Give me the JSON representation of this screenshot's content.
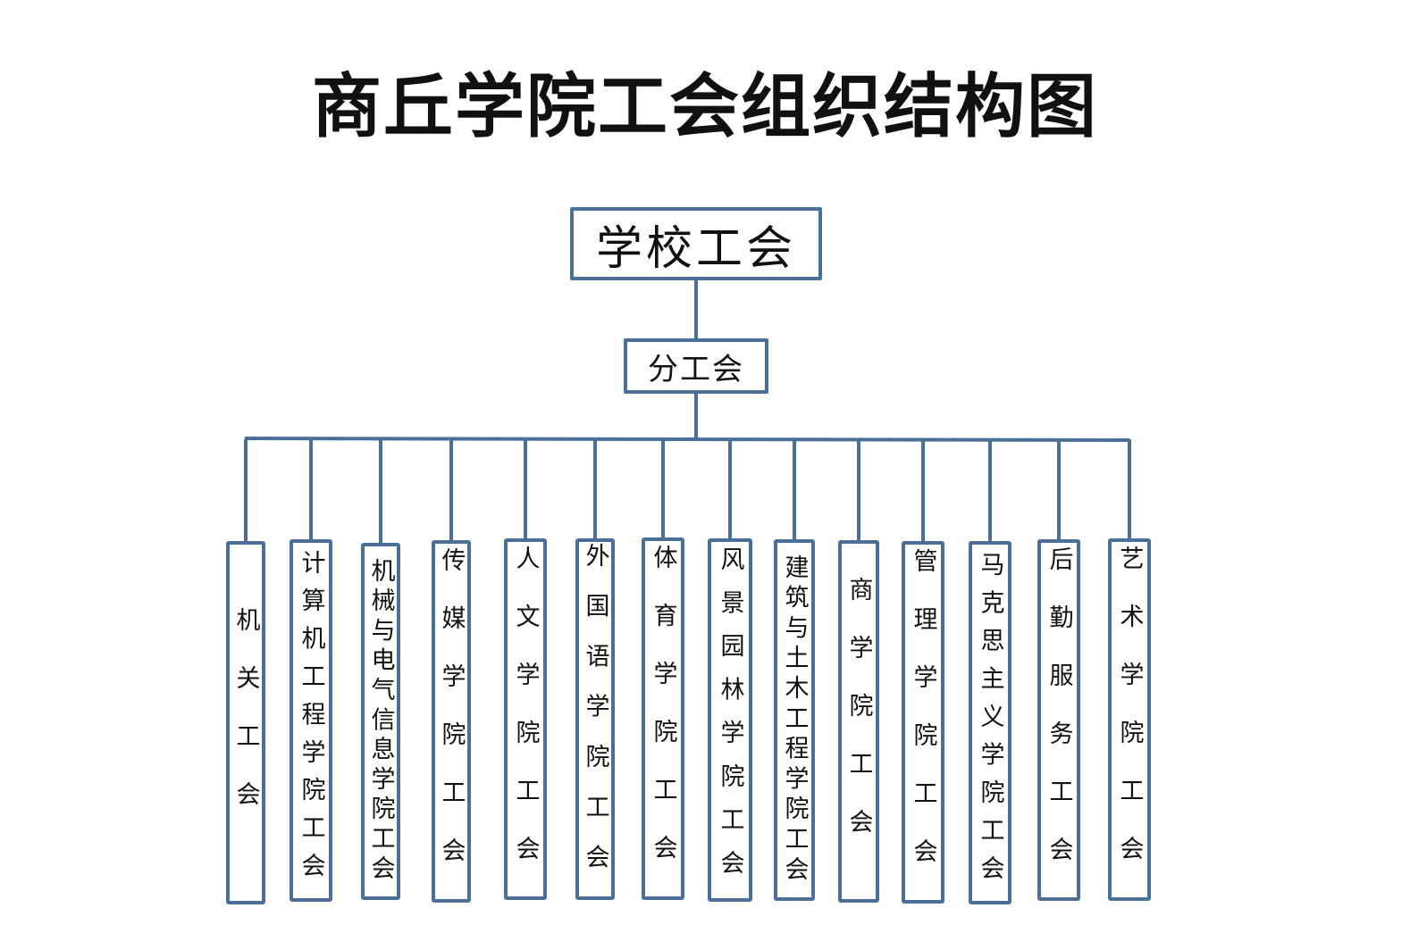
{
  "title": "商丘学院工会组织结构图",
  "colors": {
    "line": "#4a6f99",
    "box_border": "#4a6f99",
    "text": "#111111"
  },
  "root": {
    "label": "学校工会"
  },
  "middle": {
    "label": "分工会"
  },
  "units": [
    {
      "label": "机关工会"
    },
    {
      "label": "计算机工程学院工会"
    },
    {
      "label": "机械与电气信息学院工会"
    },
    {
      "label": "传媒学院工会"
    },
    {
      "label": "人文学院工会"
    },
    {
      "label": "外国语学院工会"
    },
    {
      "label": "体育学院工会"
    },
    {
      "label": "风景园林学院工会"
    },
    {
      "label": "建筑与土木工程学院工会"
    },
    {
      "label": "商学院工会"
    },
    {
      "label": "管理学院工会"
    },
    {
      "label": "马克思主义学院工会"
    },
    {
      "label": "后勤服务工会"
    },
    {
      "label": "艺术学院工会"
    }
  ]
}
